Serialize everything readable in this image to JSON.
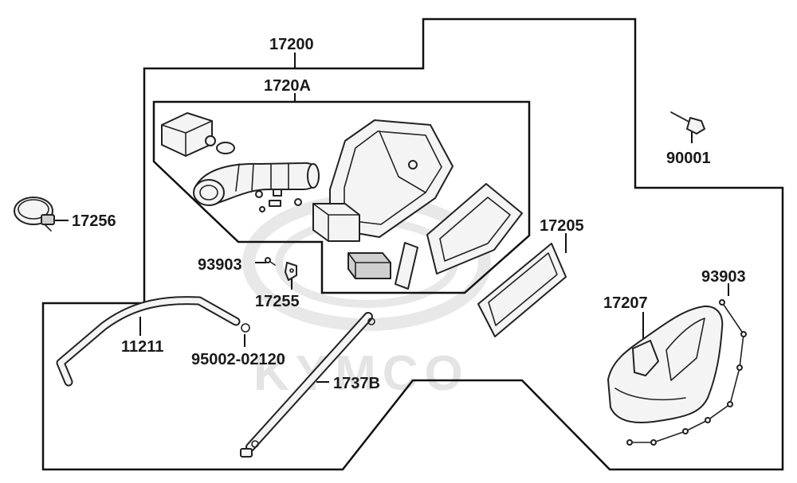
{
  "watermark": "KYMCO",
  "part_numbers": {
    "p17200": "17200",
    "p1720A": "1720A",
    "p90001": "90001",
    "p17256": "17256",
    "p17205": "17205",
    "p93903_left": "93903",
    "p17255": "17255",
    "p93903_right": "93903",
    "p17207": "17207",
    "p11211": "11211",
    "p95002": "95002-02120",
    "p1737B": "1737B"
  }
}
